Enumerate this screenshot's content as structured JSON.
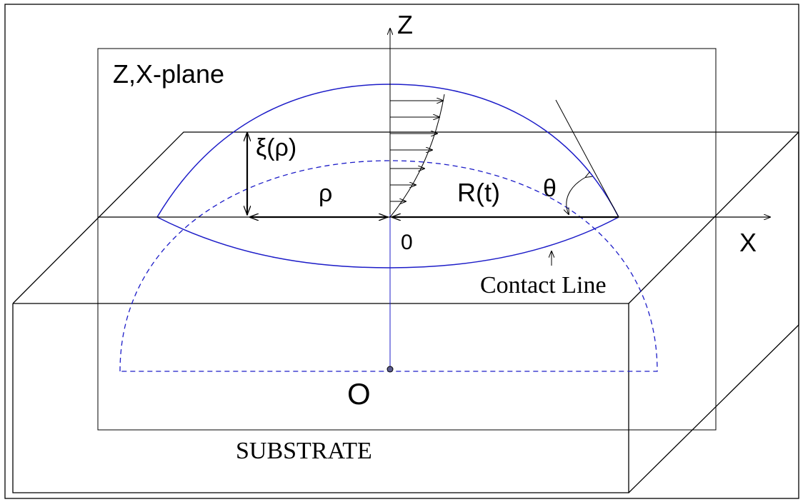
{
  "diagram": {
    "labels": {
      "z_axis": "Z",
      "x_axis": "X",
      "plane": "Z,X-plane",
      "height": "ξ(ρ)",
      "rho": "ρ",
      "radius": "R(t)",
      "theta": "θ",
      "origin_surface": "0",
      "contact_line": "Contact Line",
      "center": "O",
      "substrate": "SUBSTRATE"
    },
    "colors": {
      "line": "#000000",
      "droplet": "#1c1cc8",
      "point": "#5a5a8c",
      "background": "#ffffff"
    }
  }
}
